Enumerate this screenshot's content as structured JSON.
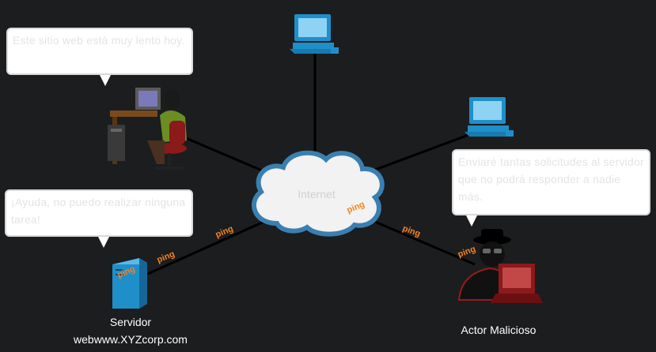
{
  "cloud": {
    "label": "Internet"
  },
  "bubbles": {
    "user": "Este sitio web está muy lento hoy.",
    "server_user": "¡Ayuda, no puedo realizar ninguna tarea!",
    "attacker": "Enviaré tantas solicitudes al servidor que no podrá responder a nadie más."
  },
  "server": {
    "label": "Servidor",
    "hostname": "webwww.XYZcorp.com"
  },
  "attacker": {
    "label": "Actor Malicioso"
  },
  "ping": {
    "text": "ping"
  },
  "colors": {
    "background": "#1b1d1f",
    "link": "#000000",
    "ping": "#f58220",
    "device": "#1f8fc9",
    "attacker": "#8b1a1a",
    "cloud_fill": "#f2f2f2",
    "cloud_stroke": "#3a7fb0"
  }
}
